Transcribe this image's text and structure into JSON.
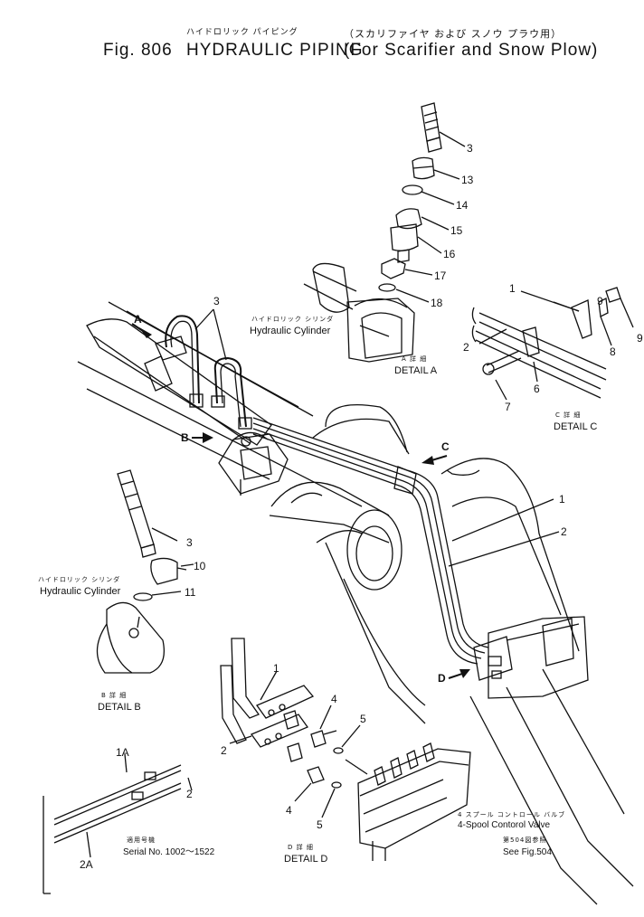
{
  "header": {
    "jp_title": "ハイドロリック パイピング",
    "jp_sub": "（スカリファイヤ および スノウ プラウ用）",
    "fig": "Fig. 806",
    "title": "HYDRAULIC PIPING",
    "subtitle": "(For Scarifier and Snow Plow)"
  },
  "part_numbers": {
    "p3_top": "3",
    "p13": "13",
    "p14": "14",
    "p15": "15",
    "p16": "16",
    "p17": "17",
    "p18": "18",
    "p3_left": "3",
    "p1_c": "1",
    "p9a": "9",
    "p9b": "9",
    "p8": "8",
    "p2_c": "2",
    "p7": "7",
    "p6": "6",
    "p1_main": "1",
    "p2_main": "2",
    "p3_b": "3",
    "p10": "10",
    "p11": "11",
    "p1_d": "1",
    "p4_a": "4",
    "p5_a": "5",
    "p2_d": "2",
    "p4_b": "4",
    "p5_b": "5",
    "p1a": "1A",
    "p2_alt": "2",
    "p2a": "2A"
  },
  "callouts": {
    "a": "A",
    "b": "B",
    "c": "C",
    "d": "D"
  },
  "labels": {
    "cyl_a_jp": "ハイドロリック シリンダ",
    "cyl_a_en": "Hydraulic Cylinder",
    "detail_a_jp": "A 詳 細",
    "detail_a": "DETAIL A",
    "detail_c_jp": "C 詳 細",
    "detail_c": "DETAIL C",
    "cyl_b_jp": "ハイドロリック シリンダ",
    "cyl_b_en": "Hydraulic Cylinder",
    "detail_b_jp": "B 詳 細",
    "detail_b": "DETAIL B",
    "serial_jp": "適用号機",
    "serial": "Serial No. 1002～1522",
    "detail_d_jp": "D 詳 細",
    "detail_d": "DETAIL D",
    "valve_jp": "4 スプール コントロール バルブ",
    "valve_en": "4-Spool Contorol Valve",
    "see_jp": "第504図参照",
    "see_en": "See Fig.504"
  }
}
